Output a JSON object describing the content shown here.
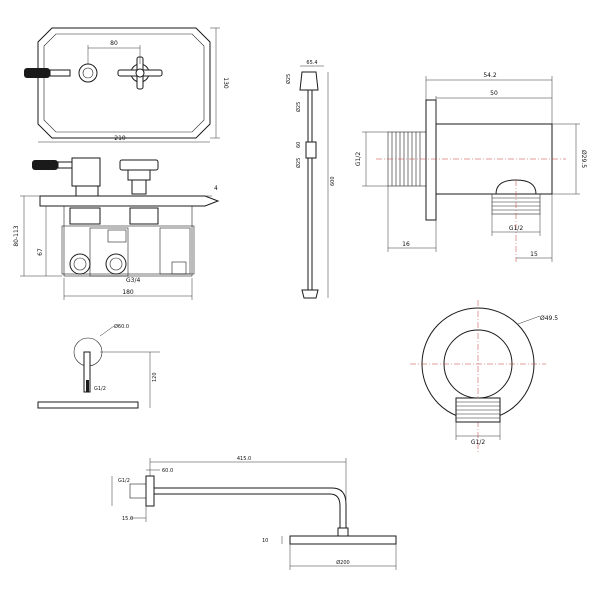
{
  "valve_front": {
    "center_distance": "80",
    "height": "130",
    "width": "210"
  },
  "valve_side": {
    "plate_thickness": "4",
    "depth_range": "80-113",
    "depth_body": "67",
    "width": "180",
    "thread": "G3/4"
  },
  "slide_rail": {
    "label_top": "65.4",
    "label_a": "Ø25",
    "label_b": "Ø25",
    "label_c": "60",
    "label_d": "Ø25",
    "length": "600"
  },
  "outlet_elbow_side": {
    "overall": "54.2",
    "body": "50",
    "inlet_thread": "G1/2",
    "diameter": "Ø29.5",
    "thread_length": "16",
    "outlet_thread": "G1/2",
    "outlet_offset": "15"
  },
  "outlet_elbow_front": {
    "diameter": "Ø49.5",
    "thread": "G1/2"
  },
  "ceiling_head": {
    "flange": "Ø60.0",
    "thread": "G1/2",
    "drop": "120"
  },
  "wall_arm": {
    "length": "415.0",
    "flange": "60.0",
    "thread": "G1/2",
    "offset": "15.0",
    "head_height": "10",
    "head_diameter": "Ø200"
  }
}
